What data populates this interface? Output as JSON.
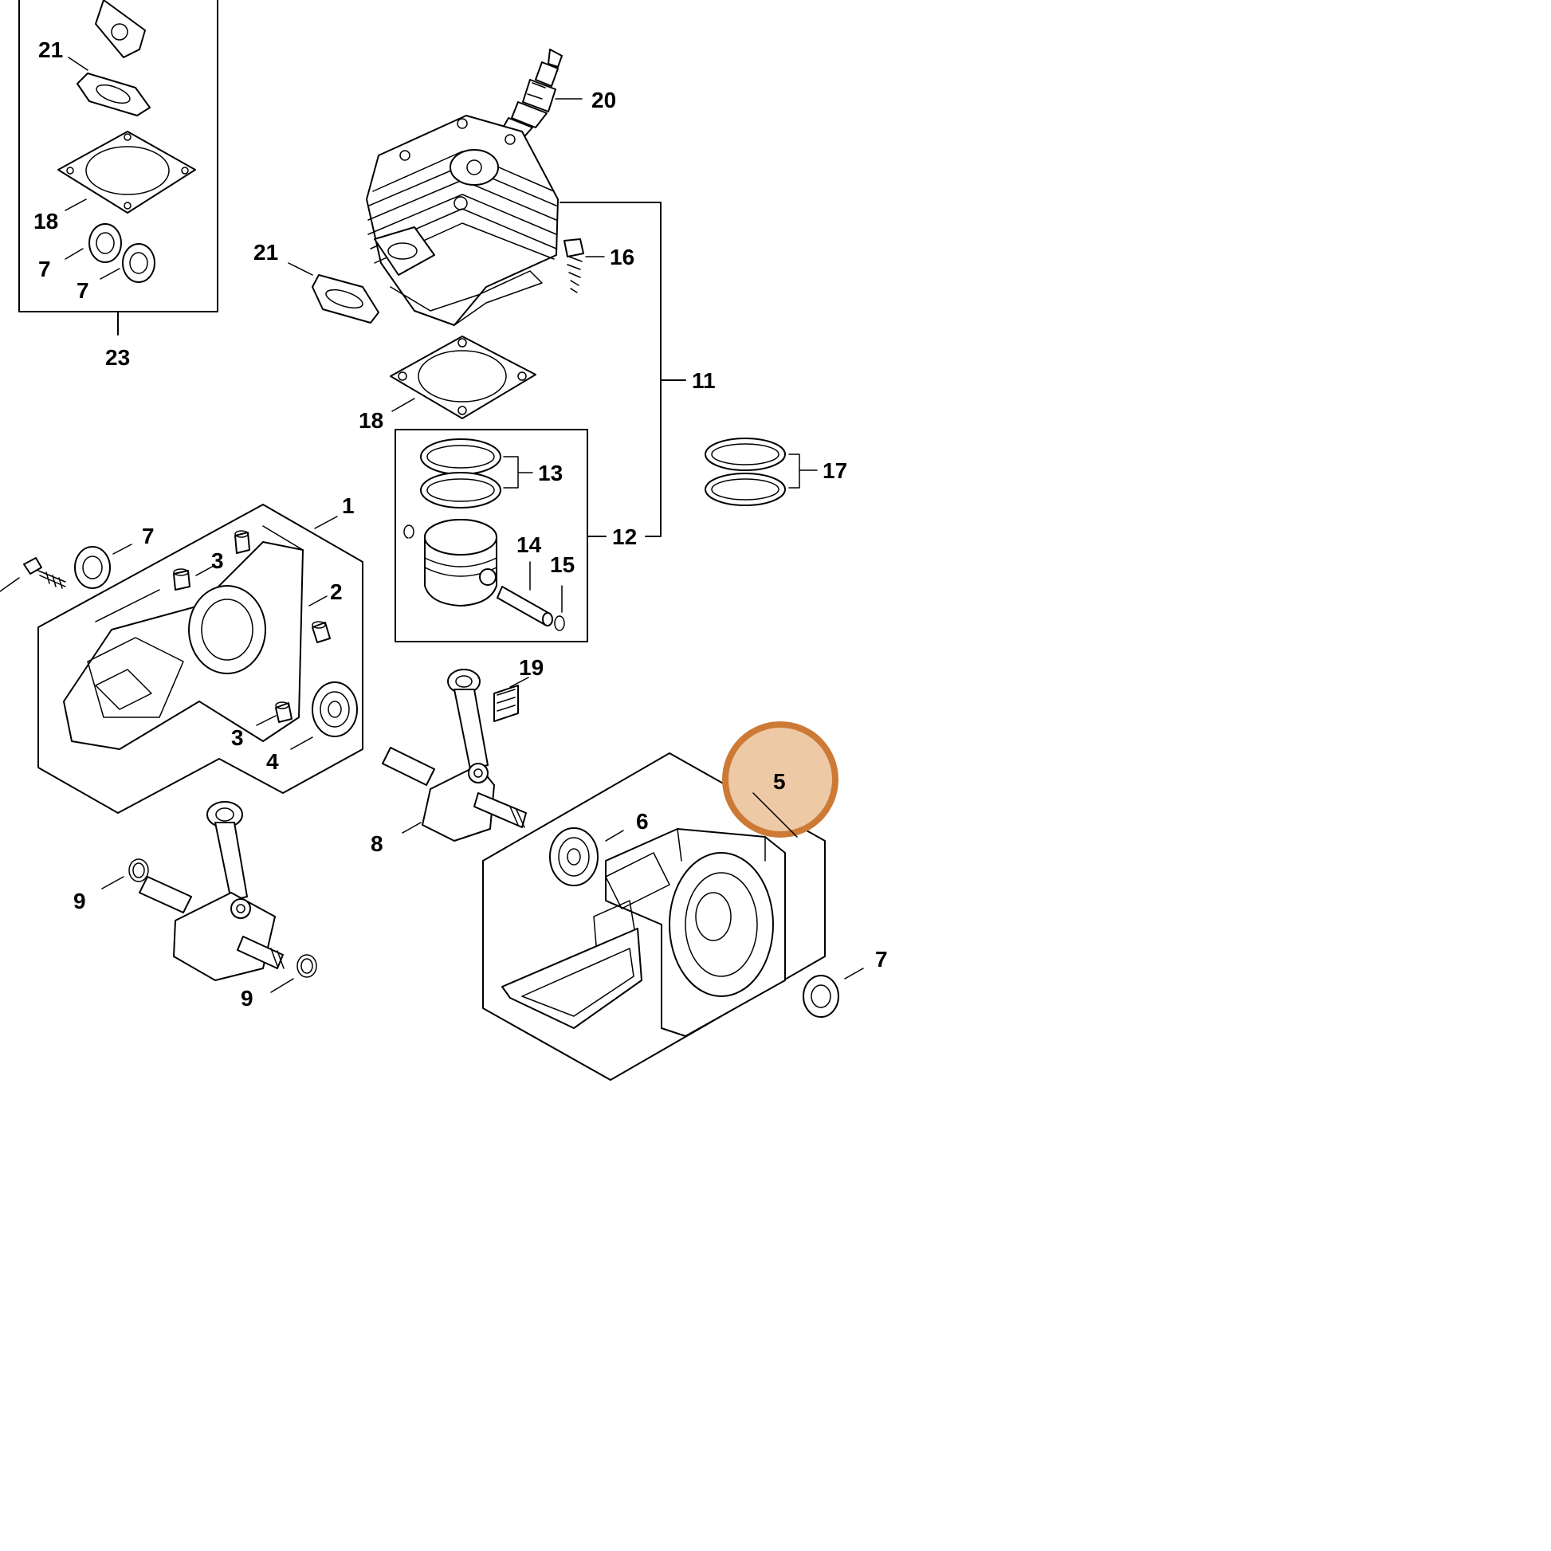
{
  "highlight": {
    "part": "5",
    "fill_color": "#eec9a6",
    "stroke_color": "#cc7a36"
  },
  "callouts": [
    "21",
    "18",
    "7",
    "7",
    "23",
    "20",
    "21",
    "16",
    "11",
    "18",
    "13",
    "17",
    "14",
    "15",
    "12",
    "1",
    "7",
    "3",
    "2",
    "3",
    "4",
    "19",
    "8",
    "9",
    "9",
    "5",
    "6",
    "7"
  ]
}
